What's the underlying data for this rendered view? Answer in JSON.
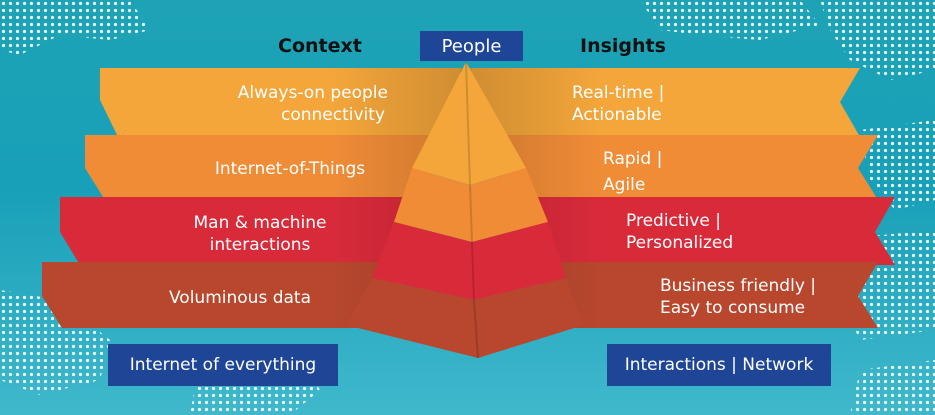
{
  "header": {
    "context": "Context",
    "people": "People",
    "insights": "Insights"
  },
  "left_bands": [
    {
      "line1": "Always-on people",
      "line2": "connectivity"
    },
    {
      "line1": "Internet-of-Things",
      "line2": ""
    },
    {
      "line1": "Man & machine",
      "line2": "interactions"
    },
    {
      "line1": "Voluminous data",
      "line2": ""
    }
  ],
  "right_bands": [
    {
      "line1": "Real-time |",
      "line2": "Actionable"
    },
    {
      "line1": "Rapid |",
      "line2": "Agile"
    },
    {
      "line1": "Predictive |",
      "line2": "Personalized"
    },
    {
      "line1": "Business friendly |",
      "line2": "Easy to consume"
    }
  ],
  "footer": {
    "left_box": "Internet of everything",
    "right_box": "Interactions | Network"
  },
  "colors": {
    "band1": "#f4a63a",
    "band2": "#f08c36",
    "band3": "#d92a3a",
    "band4": "#b8472e",
    "box": "#1f4596",
    "background": "#1ea3b6"
  }
}
